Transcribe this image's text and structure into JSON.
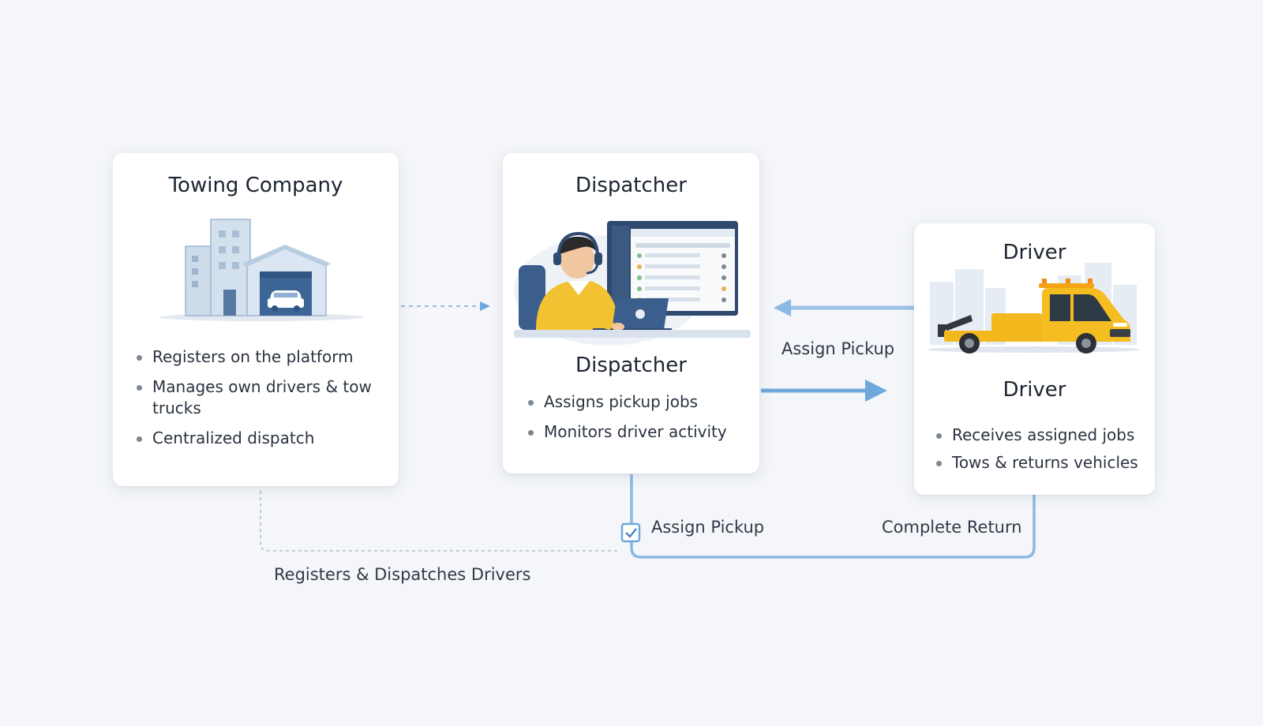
{
  "towing_company": {
    "title": "Towing Company",
    "icon": "building-garage-icon",
    "bullets": [
      "Registers on the platform",
      "Manages own drivers & tow trucks",
      "Centralized dispatch"
    ]
  },
  "dispatcher": {
    "title": "Dispatcher",
    "subtitle": "Dispatcher",
    "icon": "dispatcher-headset-icon",
    "bullets": [
      "Assigns pickup jobs",
      "Monitors driver activity"
    ]
  },
  "driver": {
    "title": "Driver",
    "subtitle": "Driver",
    "icon": "tow-truck-icon",
    "bullets": [
      "Receives assigned jobs",
      "Tows & returns vehicles"
    ]
  },
  "flows": {
    "assign_pickup_top": "Assign Pickup",
    "assign_pickup_bottom": "Assign Pickup",
    "complete_return": "Complete Return",
    "registers_dispatches": "Registers & Dispatches Drivers"
  },
  "colors": {
    "accent_blue": "#6fa8dc",
    "truck_yellow": "#f2b81d",
    "building_blue": "#c5d6ea",
    "background": "#f4f6f9"
  }
}
